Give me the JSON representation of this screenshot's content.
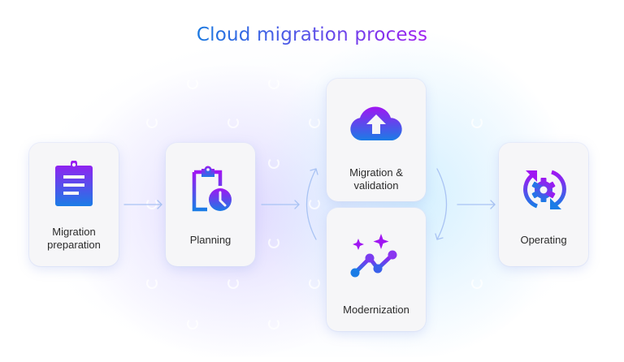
{
  "title": "Cloud migration process",
  "colors": {
    "gradient_start": "#1a78e0",
    "gradient_mid": "#5a52e8",
    "gradient_end": "#a020f0",
    "icon_top": "#a016f2",
    "icon_bottom": "#1a7ce6",
    "arrow": "#a9c3f3",
    "card_bg": "#f6f6f8",
    "label_text": "#2b2b2b"
  },
  "steps": [
    {
      "id": "migration-preparation",
      "label": "Migration\npreparation",
      "icon": "clipboard-list-icon"
    },
    {
      "id": "planning",
      "label": "Planning",
      "icon": "clipboard-clock-icon"
    },
    {
      "id": "migration-validation",
      "label": "Migration &\nvalidation",
      "icon": "cloud-upload-icon"
    },
    {
      "id": "modernization",
      "label": "Modernization",
      "icon": "sparkle-trend-icon"
    },
    {
      "id": "operating",
      "label": "Operating",
      "icon": "gear-cycle-icon"
    }
  ],
  "connectors": [
    {
      "from": "migration-preparation",
      "to": "planning",
      "type": "straight-arrow"
    },
    {
      "from": "planning",
      "to": "migration-validation",
      "type": "straight-arrow"
    },
    {
      "from": "modernization",
      "to": "migration-validation",
      "type": "curved-arrow-up"
    },
    {
      "from": "migration-validation",
      "to": "modernization",
      "type": "curved-arrow-down"
    },
    {
      "from": "migration-validation",
      "to": "operating",
      "type": "straight-arrow"
    }
  ]
}
